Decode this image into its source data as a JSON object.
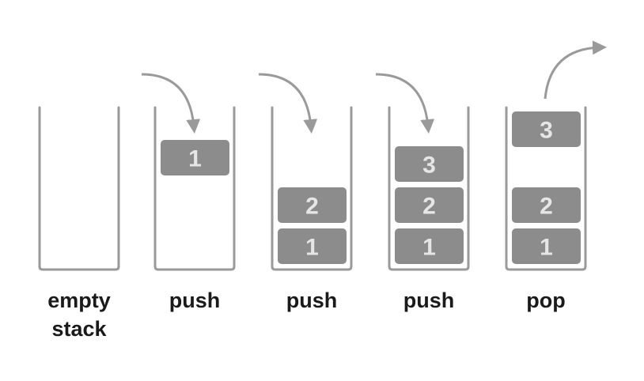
{
  "diagram": {
    "colors": {
      "outline": "#9a9a9a",
      "block": "#8c8c8c",
      "block_text": "#e6e6e6",
      "arrow": "#9a9a9a",
      "caption": "#1a1a1a"
    },
    "stages": [
      {
        "caption_lines": [
          "empty",
          "stack"
        ],
        "blocks": [],
        "arrow": null
      },
      {
        "caption_lines": [
          "push"
        ],
        "blocks": [
          "1"
        ],
        "arrow": "in"
      },
      {
        "caption_lines": [
          "push"
        ],
        "blocks": [
          "1",
          "2"
        ],
        "arrow": "in"
      },
      {
        "caption_lines": [
          "push"
        ],
        "blocks": [
          "1",
          "2",
          "3"
        ],
        "arrow": "in"
      },
      {
        "caption_lines": [
          "pop"
        ],
        "blocks": [
          "1",
          "2"
        ],
        "popped": "3",
        "arrow": "out"
      }
    ]
  }
}
